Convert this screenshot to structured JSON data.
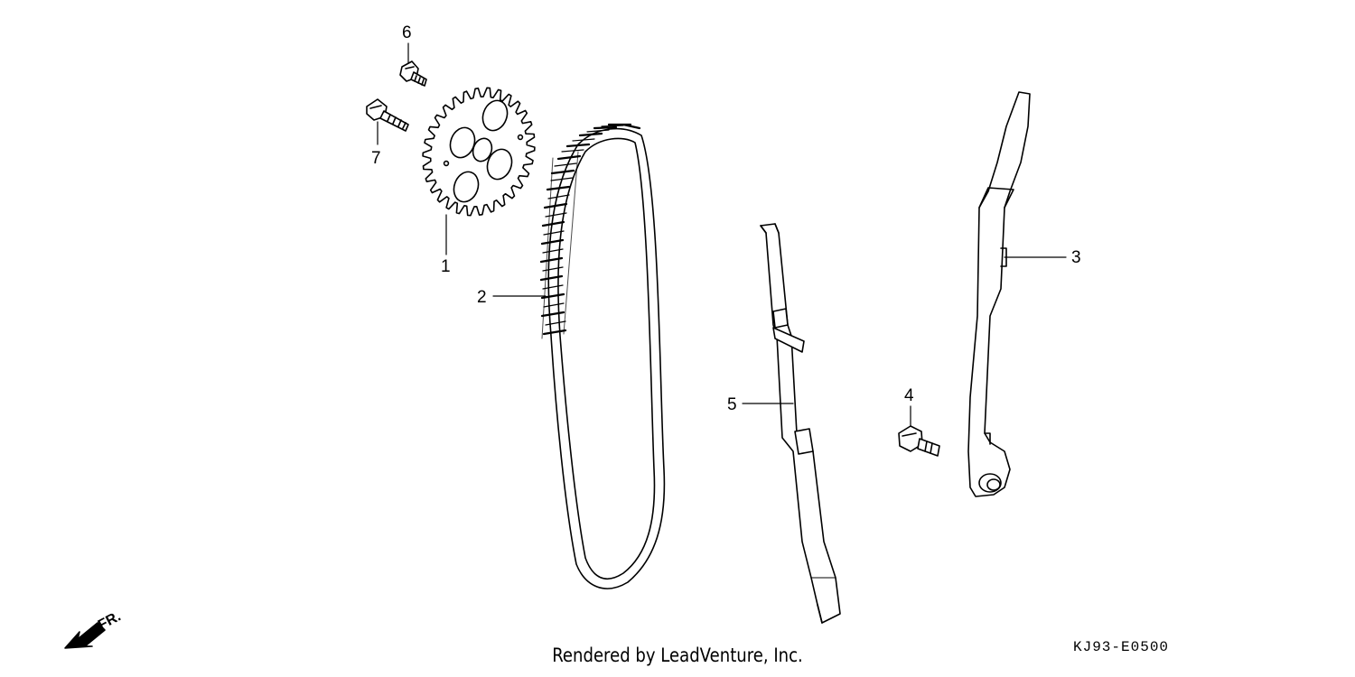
{
  "callouts": {
    "c1": "1",
    "c2": "2",
    "c3": "3",
    "c4": "4",
    "c5": "5",
    "c6": "6",
    "c7": "7"
  },
  "front_label": "FR.",
  "footer_text": "Rendered by LeadVenture, Inc.",
  "diagram_code": "KJ93-E0500"
}
